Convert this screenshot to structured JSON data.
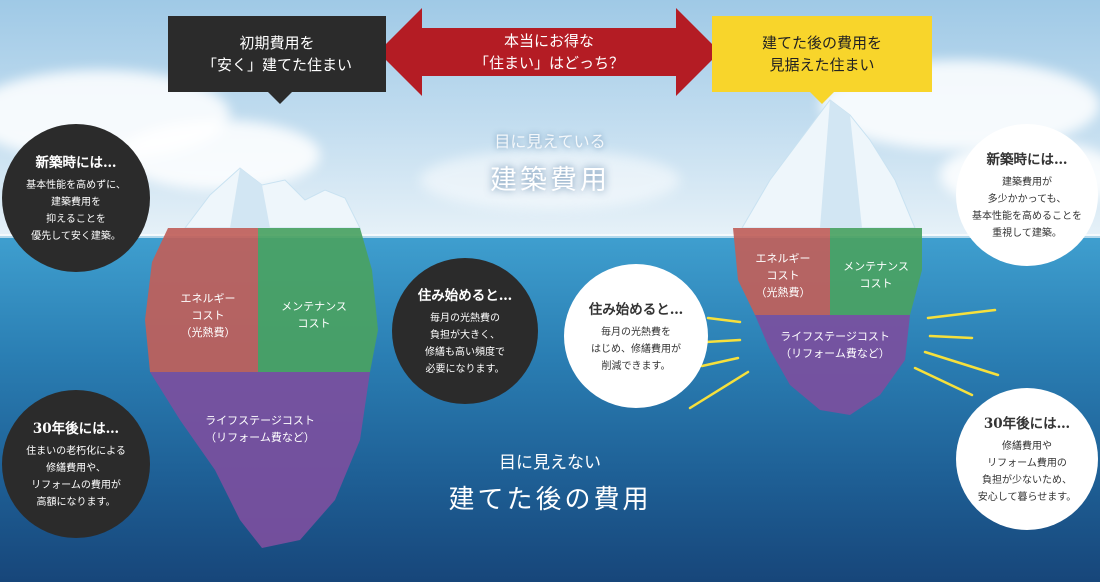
{
  "colors": {
    "energy": "#c0605a",
    "maintenance": "#4aa262",
    "lifestage": "#7b4f9e",
    "dark_box": "#2b2b2b",
    "red_arrow": "#b41c24",
    "yellow_box": "#f8d52b",
    "ray": "#f6e03c"
  },
  "header": {
    "left_box": [
      "初期費用を",
      "「安く」建てた住まい"
    ],
    "center_arrow": [
      "本当にお得な",
      "「住まい」はどっち？"
    ],
    "right_box": [
      "建てた後の費用を",
      "見据えた住まい"
    ]
  },
  "visible_cost": {
    "small": "目に見えている",
    "big": "建築費用"
  },
  "hidden_cost": {
    "small": "目に見えない",
    "big": "建てた後の費用"
  },
  "left_iceberg": {
    "energy": [
      "エネルギー",
      "コスト",
      "（光熱費）"
    ],
    "maintenance": [
      "メンテナンス",
      "コスト"
    ],
    "lifestage": [
      "ライフステージコスト",
      "（リフォーム費など）"
    ]
  },
  "right_iceberg": {
    "energy": [
      "エネルギー",
      "コスト",
      "（光熱費）"
    ],
    "maintenance": [
      "メンテナンス",
      "コスト"
    ],
    "lifestage": [
      "ライフステージコスト",
      "（リフォーム費など）"
    ]
  },
  "bubbles": {
    "left_new": {
      "title": "新築時には…",
      "body": [
        "基本性能を高めずに、",
        "建築費用を",
        "抑えることを",
        "優先して安く建築。"
      ]
    },
    "left_30": {
      "title": "30年後には…",
      "body": [
        "住まいの老朽化による",
        "修繕費用や、",
        "リフォームの費用が",
        "高額になります。"
      ]
    },
    "mid_dark": {
      "title": "住み始めると…",
      "body": [
        "毎月の光熱費の",
        "負担が大きく、",
        "修繕も高い頻度で",
        "必要になります。"
      ]
    },
    "mid_light": {
      "title": "住み始めると…",
      "body": [
        "毎月の光熱費を",
        "はじめ、修繕費用が",
        "削減できます。"
      ]
    },
    "right_new": {
      "title": "新築時には…",
      "body": [
        "建築費用が",
        "多少かかっても、",
        "基本性能を高めることを",
        "重視して建築。"
      ]
    },
    "right_30": {
      "title": "30年後には…",
      "body": [
        "修繕費用や",
        "リフォーム費用の",
        "負担が少ないため、",
        "安心して暮らせます。"
      ]
    }
  }
}
